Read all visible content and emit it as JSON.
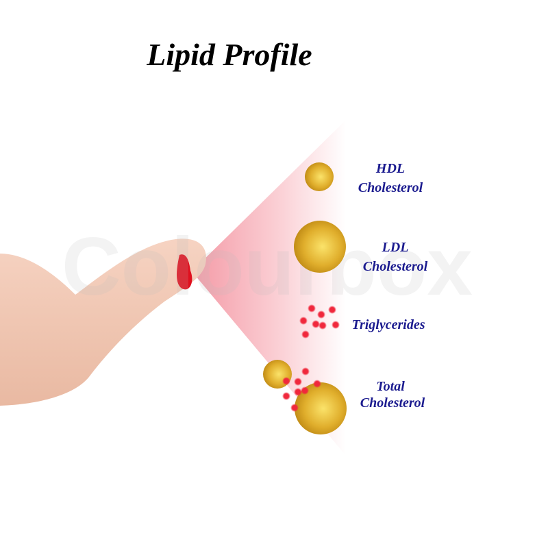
{
  "title": "Lipid Profile",
  "watermark": "Colourbox",
  "labels": {
    "hdl": [
      "HDL",
      "Cholesterol"
    ],
    "ldl": [
      "LDL",
      "Cholesterol"
    ],
    "triglycerides": "Triglycerides",
    "total": [
      "Total",
      "Cholesterol"
    ]
  },
  "colors": {
    "text": "#1b1b8f",
    "blood": "#e0101e",
    "sphere": "#d9a520",
    "beam": "#f7a9b3"
  }
}
